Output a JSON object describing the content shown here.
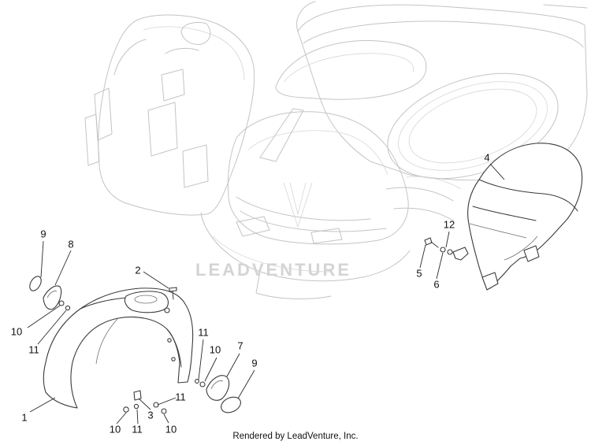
{
  "diagram": {
    "watermark_text": "LEADVENTURE",
    "footer_text": "Rendered by LeadVenture, Inc."
  },
  "callouts": [
    {
      "id": "c9a",
      "label": "9"
    },
    {
      "id": "c8",
      "label": "8"
    },
    {
      "id": "c10a",
      "label": "10"
    },
    {
      "id": "c11a",
      "label": "11"
    },
    {
      "id": "c2",
      "label": "2"
    },
    {
      "id": "c1",
      "label": "1"
    },
    {
      "id": "c11b",
      "label": "11"
    },
    {
      "id": "c10b",
      "label": "10"
    },
    {
      "id": "c7",
      "label": "7"
    },
    {
      "id": "c9b",
      "label": "9"
    },
    {
      "id": "c3",
      "label": "3"
    },
    {
      "id": "c11c",
      "label": "11"
    },
    {
      "id": "c10c",
      "label": "10"
    },
    {
      "id": "c11d",
      "label": "11"
    },
    {
      "id": "c10d",
      "label": "10"
    },
    {
      "id": "c4",
      "label": "4"
    },
    {
      "id": "c12",
      "label": "12"
    },
    {
      "id": "c5",
      "label": "5"
    },
    {
      "id": "c6",
      "label": "6"
    }
  ]
}
